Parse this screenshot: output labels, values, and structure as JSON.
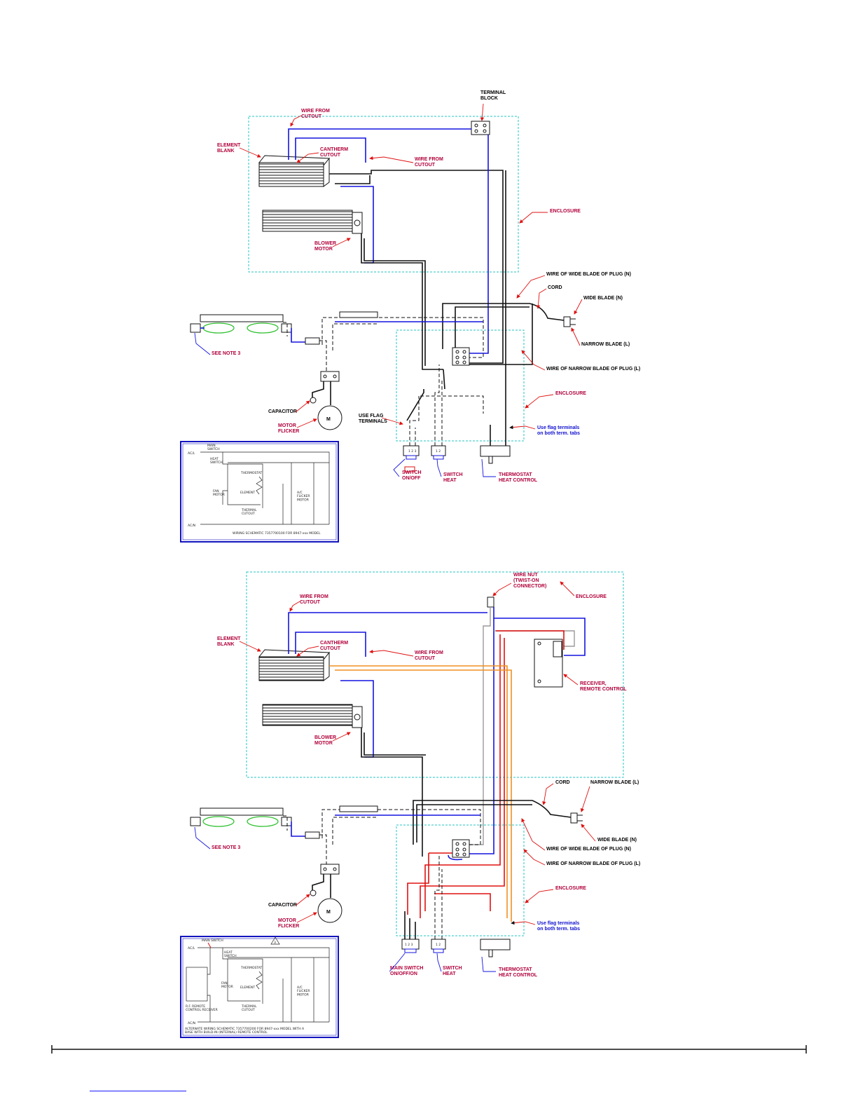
{
  "top": {
    "terminal_block": "TERMINAL\nBLOCK",
    "wire_from_cutout_1": "WIRE FROM\nCUTOUT",
    "element_blank": "ELEMENT\nBLANK",
    "cantherm_cutout": "CANTHERM\nCUTOUT",
    "wire_from_cutout_2": "WIRE FROM\nCUTOUT",
    "enclosure_1": "ENCLOSURE",
    "blower_motor": "BLOWER\nMOTOR",
    "wire_wide_blade": "WIRE OF WIDE BLADE OF PLUG (N)",
    "cord": "CORD",
    "wide_blade": "WIDE BLADE (N)",
    "narrow_blade": "NARROW BLADE (L)",
    "see_note": "SEE NOTE 3",
    "wire_narrow_blade": "WIRE OF NARROW BLADE OF PLUG (L)",
    "enclosure_2": "ENCLOSURE",
    "capacitor": "CAPACITOR",
    "use_flag": "USE FLAG\nTERMINALS",
    "motor_flicker": "MOTOR\nFLICKER",
    "use_flag_both": "Use flag  terminals\non both term. tabs",
    "switch_onoff": "SWITCH\nON/OFF",
    "switch_heat": "SWITCH\nHEAT",
    "thermostat": "THERMOSTAT\nHEAT CONTROL",
    "schematic_caption": "WIRING SCHEMATIC 7357700100 FOR 8947-xxx MODEL"
  },
  "bottom": {
    "wire_nut": "WIRE NUT\n(TWIST-ON\nCONNECTOR)",
    "enclosure_1": "ENCLOSURE",
    "wire_from_cutout_1": "WIRE FROM\nCUTOUT",
    "element_blank": "ELEMENT\nBLANK",
    "cantherm_cutout": "CANTHERM\nCUTOUT",
    "wire_from_cutout_2": "WIRE FROM\nCUTOUT",
    "receiver": "RECEIVER,\nREMOTE CONTROL",
    "blower_motor": "BLOWER\nMOTOR",
    "cord": "CORD",
    "narrow_blade": "NARROW BLADE (L)",
    "wide_blade": "WIDE BLADE (N)",
    "see_note": "SEE NOTE 3",
    "wire_wide_blade": "WIRE OF WIDE BLADE OF PLUG (N)",
    "wire_narrow_blade": "WIRE OF NARROW BLADE OF PLUG (L)",
    "enclosure_2": "ENCLOSURE",
    "capacitor": "CAPACITOR",
    "motor_flicker": "MOTOR\nFLICKER",
    "use_flag_both": "Use flag  terminals\non both term. tabs",
    "main_switch": "MAIN SWITCH\nON/OFF/ON",
    "switch_heat": "SWITCH\nHEAT",
    "thermostat": "THERMOSTAT\nHEAT CONTROL",
    "schematic_caption": "ALTERNATE WIRING SCHEMATIC 7357700200 FOR 8947-xxx MODEL  WITH A\nBASE WITH BUILD-IN (INTERNAL) REMOTE CONTROL"
  },
  "schematic_top": {
    "ac_l": "AC/L",
    "ac_n": "AC/N",
    "main_switch": "MAIN\nSWITCH",
    "heat_switch": "HEAT\nSWITCH",
    "thermostat": "THERMOSTAT",
    "fan_motor": "FAN\nMOTOR",
    "element": "ELEMENT",
    "thermal_cutout": "THERMAL\nCUTOUT",
    "ac_flicker": "A/C\nFLICKER\nMOTOR"
  },
  "schematic_bottom": {
    "ac_l": "AC/L",
    "ac_n": "AC/N",
    "main_switch": "MAIN SWITCH",
    "heat_switch": "HEAT\nSWITCH",
    "thermostat": "THERMOSTAT",
    "fan_motor": "FAN\nMOTOR",
    "element": "ELEMENT",
    "thermal_cutout": "THERMAL\nCUTOUT",
    "ac_flicker": "A/C\nFLICKER\nMOTOR",
    "rf_control": "R.F. REMOTE\nCONTROL RECEIVER",
    "warning_mark": "3"
  },
  "colors": {
    "enclosure": "#26c6c6",
    "label": "#b0003a",
    "neutral_wire": "#1414e0",
    "line_wire": "#111111",
    "red_wire": "#e01010",
    "orange_wire": "#f09020"
  }
}
